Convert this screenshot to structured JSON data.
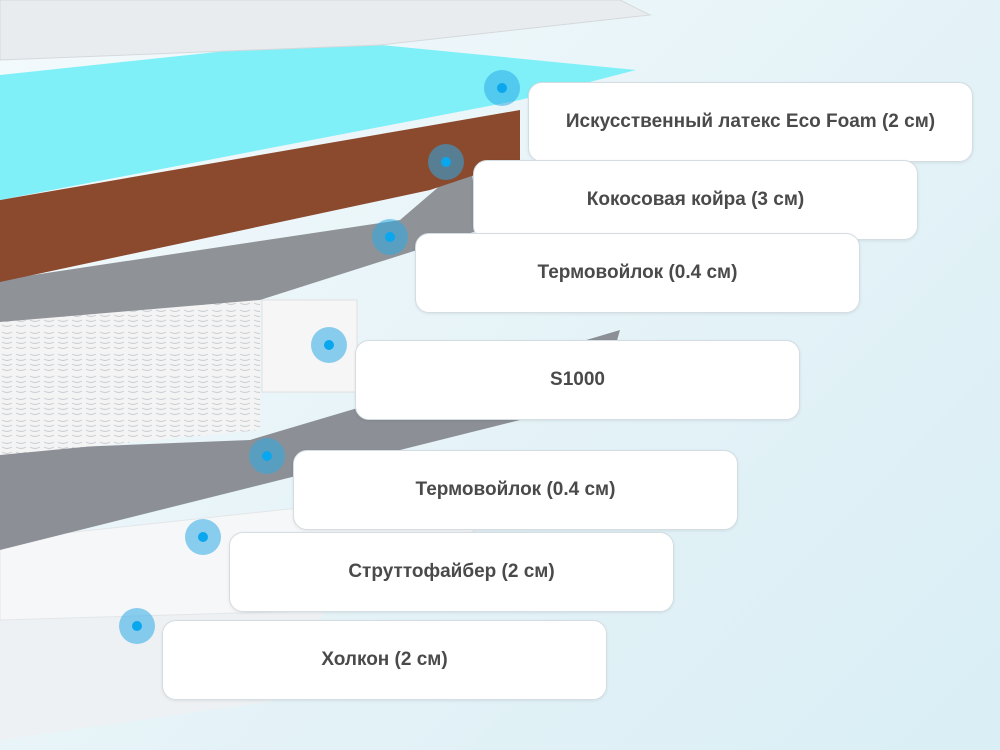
{
  "layers": [
    {
      "label": "Искусственный латекс Eco Foam (2 см)",
      "color": "#7ff0f8"
    },
    {
      "label": "Кокосовая койра (3 см)",
      "color": "#8b4a2e"
    },
    {
      "label": "Термовойлок (0.4 см)",
      "color": "#8c8f94"
    },
    {
      "label": "S1000",
      "color": "#f0f0f0"
    },
    {
      "label": "Термовойлок (0.4 см)",
      "color": "#8c8f94"
    },
    {
      "label": "Струттофайбер (2 см)",
      "color": "#f2f2f2"
    },
    {
      "label": "Холкон (2 см)",
      "color": "#f5f5f5"
    }
  ]
}
